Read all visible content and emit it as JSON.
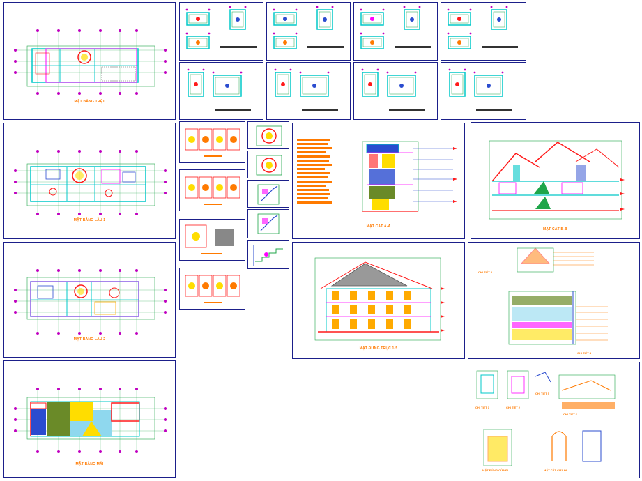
{
  "sheets": {
    "plan_ground": {
      "title": "MẶT BẰNG TRỆT"
    },
    "plan_floor1": {
      "title": "MẶT BẰNG LẦU 1"
    },
    "plan_floor2": {
      "title": "MẶT BẰNG LẦU 2"
    },
    "plan_roof": {
      "title": "MẶT BẰNG MÁI"
    },
    "section_aa": {
      "title": "MẶT CẮT A-A"
    },
    "section_bb": {
      "title": "MẶT CẮT B-B"
    },
    "elevation": {
      "title": "MẶT ĐỨNG TRỤC 1-5"
    },
    "details": {
      "detail_3": "CHI TIẾT 3",
      "detail_4": "CHI TIẾT 4",
      "detail_1": "CHI TIẾT 1",
      "detail_2": "CHI TIẾT 2",
      "detail_5": "CHI TIẾT 5",
      "detail_6": "CHI TIẾT 6",
      "door_elev": "MẶT ĐỨNG CỬA ĐI",
      "door_section": "MẶT CẮT CỬA ĐI"
    }
  },
  "colors": {
    "frame": "#1b1f8a",
    "wall": "#00c8c8",
    "dim": "#1fa64a",
    "axis_marker": "#c000c0",
    "title_text": "#ff7a00",
    "accent_red": "#ff1a1a",
    "roof_blue": "#2b4ccf",
    "roof_green": "#6a8a28",
    "roof_cyan": "#8fd8ee"
  }
}
